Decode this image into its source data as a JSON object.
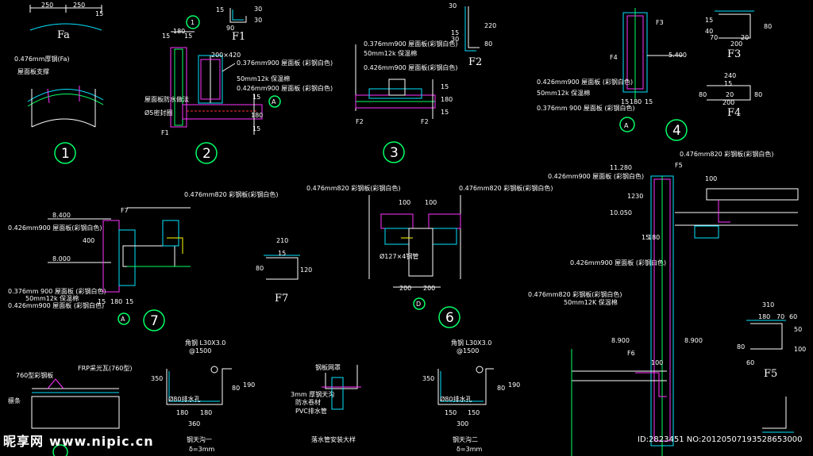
{
  "sheet": {
    "background": "#000000",
    "colors": {
      "green": "#00ff66",
      "white": "#ffffff",
      "cyan": "#00e5ff",
      "magenta": "#ff33ff",
      "yellow": "#ffff00",
      "red": "#ff3333"
    }
  },
  "detail_numbers": [
    "1",
    "2",
    "3",
    "4",
    "7",
    "6"
  ],
  "section_marks": {
    "a1": "A",
    "a2": "A",
    "a3": "A",
    "d": "D",
    "n1_top": "1"
  },
  "fa": {
    "label": "Fa",
    "dims": [
      "250",
      "250",
      "15"
    ],
    "notes": [
      "0.476mm厚钢(Fa)",
      "屋面板支撑"
    ]
  },
  "d2": {
    "dims": [
      "15",
      "180",
      "15",
      "200×420",
      "15",
      "180",
      "15"
    ],
    "notes": [
      "0.376mm900 屋面板 (彩钢白色)",
      "50mm12k 保温棉",
      "0.426mm900 屋面板 (彩钢白色)",
      "屋面板防水做法",
      "Ø5密封圈",
      "F1"
    ]
  },
  "f1": {
    "label": "F1",
    "dims": [
      "30",
      "30",
      "15",
      "90"
    ]
  },
  "d3": {
    "notes": [
      "0.376mm900 屋面板(彩钢白色)",
      "50mm12k 保温棉",
      "0.426mm900 屋面板(彩钢白色)"
    ],
    "dims": [
      "15",
      "180",
      "15"
    ],
    "tags": [
      "F2",
      "F2"
    ]
  },
  "f2": {
    "label": "F2",
    "dims": [
      "30",
      "220",
      "80",
      "15",
      "30"
    ]
  },
  "d4": {
    "notes": [
      "0.426mm900 屋面板 (彩钢白色)",
      "50mm12k 保温棉",
      "0.376mm 900 屋面板 (彩钢白色)"
    ],
    "dims": [
      "15",
      "180",
      "15",
      "5.400"
    ],
    "tags": [
      "F3",
      "F4"
    ]
  },
  "f3": {
    "label": "F3",
    "dims": [
      "15",
      "40",
      "200",
      "70",
      "80",
      "20"
    ]
  },
  "f4": {
    "label": "F4",
    "dims": [
      "240",
      "15",
      "80",
      "20",
      "80",
      "200"
    ]
  },
  "d7": {
    "elevations": [
      "8.400",
      "8.000"
    ],
    "notes": [
      "0.476mm820 彩钢板(彩钢白色)",
      "0.426mm900 屋面板(彩钢白色)",
      "0.376mm 900 屋面板 (彩钢白色)",
      "50mm12k 保温棉",
      "0.426mm900 屋面板 (彩钢白色)"
    ],
    "dims": [
      "400",
      "15",
      "180",
      "15"
    ],
    "tags": [
      "F7"
    ]
  },
  "f7": {
    "label": "F7",
    "dims": [
      "210",
      "80",
      "120",
      "15"
    ]
  },
  "d6": {
    "notes": [
      "0.476mm820 彩钢板(彩钢白色)",
      "0.476mm820 彩钢板(彩钢白色)",
      "Ø127×4钢管"
    ],
    "dims": [
      "100",
      "100",
      "200",
      "200"
    ]
  },
  "d5": {
    "elevations": [
      "11.280",
      "10.050",
      "8.900",
      "8.900"
    ],
    "notes": [
      "0.476mm820 彩钢板(彩钢白色)",
      "0.426mm900 屋面板 (彩钢白色)",
      "0.426mm900 屋面板 (彩钢白色)",
      "0.476mm820 彩钢板(彩钢白色)",
      "50mm12K 保温棉"
    ],
    "dims": [
      "100",
      "1230",
      "15",
      "180",
      "100"
    ],
    "tags": [
      "F5",
      "F6"
    ]
  },
  "f5": {
    "label": "F5",
    "dims": [
      "310",
      "180",
      "70",
      "60",
      "50",
      "80",
      "100",
      "60"
    ]
  },
  "bottom_left": {
    "notes": [
      "760型彩钢板",
      "FRP采光瓦(760型)",
      "檩条"
    ]
  },
  "gutter1": {
    "notes": [
      "角钢 L30X3.0",
      "@1500",
      "Ø80排水孔"
    ],
    "dims": [
      "350",
      "80",
      "190",
      "180",
      "180",
      "360"
    ],
    "title": "钢天沟一",
    "sub": "δ=3mm"
  },
  "downspout": {
    "notes": [
      "钢板网罩",
      "3mm 厚钢天沟",
      "防水卷材",
      "PVC排水管"
    ],
    "title": "落水管安装大样"
  },
  "gutter2": {
    "notes": [
      "角钢 L30X3.0",
      "@1500",
      "Ø80排水孔"
    ],
    "dims": [
      "350",
      "80",
      "190",
      "150",
      "150",
      "300"
    ],
    "title": "钢天沟二",
    "sub": "δ=3mm"
  },
  "watermark": {
    "brand": "昵享网",
    "url": "www.nipic.cn",
    "id": "ID:2823451 NO:20120507193528653000"
  }
}
